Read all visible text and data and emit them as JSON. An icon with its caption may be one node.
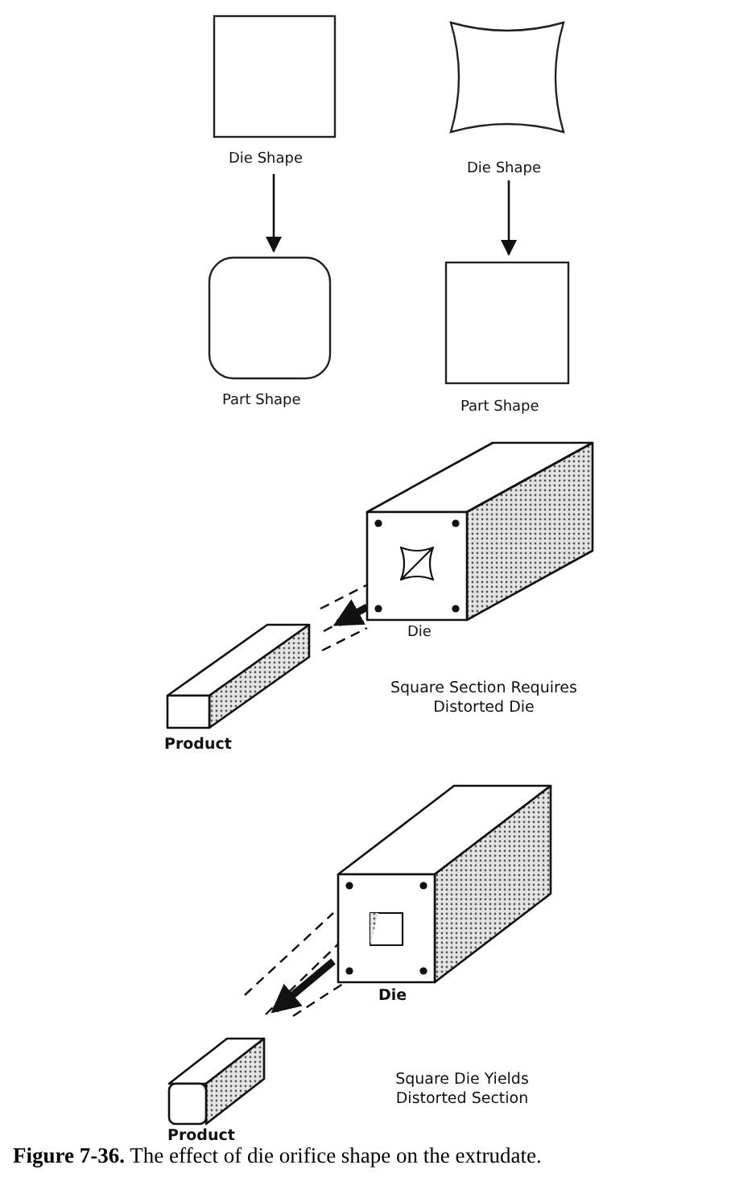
{
  "diagram": {
    "caption": "**Figure 7-36.** The effect of die orifice shape on the extrudate.",
    "nodes": [
      {
        "text": [
          "Die Shape"
        ]
      },
      {
        "text": [
          "Part Shape"
        ]
      },
      {
        "text": [
          "Die Shape"
        ]
      },
      {
        "text": [
          "Part Shape"
        ]
      },
      {
        "text": [
          "Die"
        ]
      },
      {
        "text": [
          "Product"
        ]
      },
      {
        "text": [
          "Die"
        ]
      },
      {
        "text": [
          "Product"
        ]
      }
    ],
    "edges": [
      {
        "from": 0,
        "to": 1,
        "arrow": "to"
      },
      {
        "from": 2,
        "to": 3,
        "arrow": "to"
      }
    ],
    "labels": [
      "Square Section Requires Distorted Die",
      "Square Die Yields Distorted Section"
    ]
  }
}
